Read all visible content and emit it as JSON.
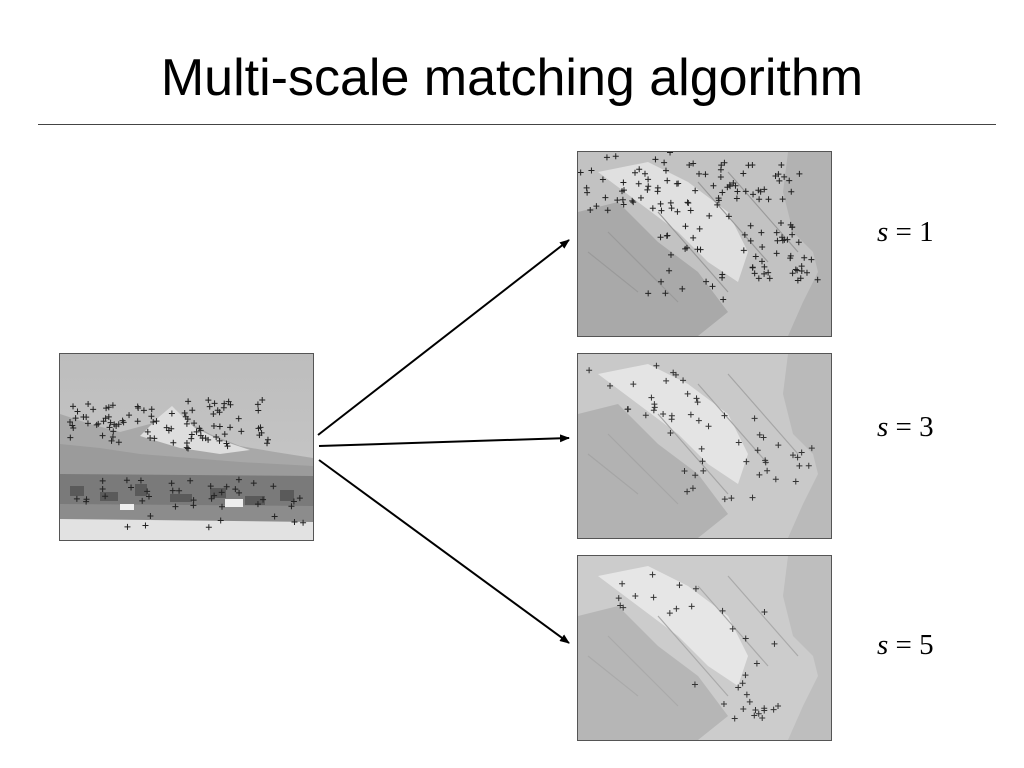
{
  "slide": {
    "title": "Multi-scale matching algorithm"
  },
  "source_image": {
    "icon": "mountain-village-photo-icon"
  },
  "scale_images": [
    {
      "icon": "mountain-cliff-photo-icon",
      "var": "s",
      "eq": " = ",
      "value": "1"
    },
    {
      "icon": "mountain-cliff-photo-icon",
      "var": "s",
      "eq": " = ",
      "value": "3"
    },
    {
      "icon": "mountain-cliff-photo-icon",
      "var": "s",
      "eq": " = ",
      "value": "5"
    }
  ]
}
